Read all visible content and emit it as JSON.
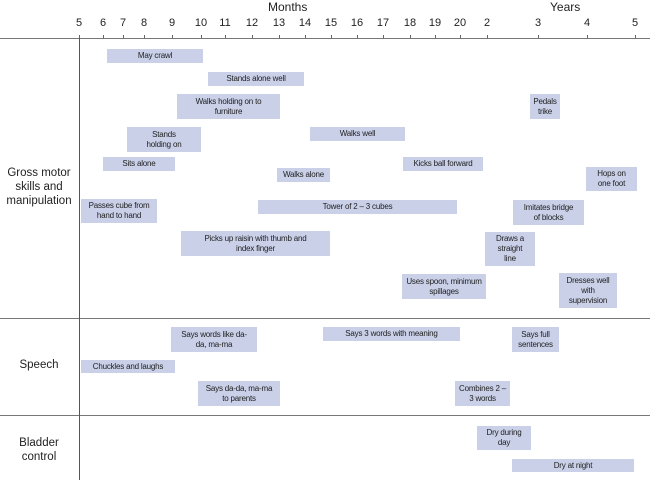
{
  "header": {
    "months_title": "Months",
    "years_title": "Years",
    "ticks": [
      "5",
      "6",
      "7",
      "8",
      "9",
      "10",
      "11",
      "12",
      "13",
      "14",
      "15",
      "16",
      "17",
      "18",
      "19",
      "20",
      "2",
      "3",
      "4",
      "5"
    ]
  },
  "sections": {
    "gross_motor": "Gross motor skills and manipulation",
    "speech": "Speech",
    "bladder": "Bladder control"
  },
  "milestones": {
    "may_crawl": "May crawl",
    "stands_alone_well": "Stands alone well",
    "walks_holding": "Walks holding on to furniture",
    "pedals_trike": "Pedals trike",
    "stands_holding": "Stands holding on",
    "walks_well": "Walks well",
    "sits_alone": "Sits alone",
    "kicks_ball": "Kicks ball forward",
    "walks_alone": "Walks alone",
    "hops": "Hops on one foot",
    "passes_cube": "Passes cube from hand to hand",
    "tower": "Tower of 2 – 3 cubes",
    "imitates_bridge": "Imitates bridge of blocks",
    "picks_raisin": "Picks up raisin with thumb and index finger",
    "draws_line": "Draws a straight line",
    "uses_spoon": "Uses spoon, minimum spillages",
    "dresses": "Dresses well with supervision",
    "says_words_like": "Says words like da-da, ma-ma",
    "says_3_words": "Says 3 words with meaning",
    "full_sentences": "Says full sentences",
    "chuckles": "Chuckles and laughs",
    "says_dada_parents": "Says da-da, ma-ma to parents",
    "combines": "Combines 2 – 3 words",
    "dry_day": "Dry during day",
    "dry_night": "Dry at night"
  }
}
